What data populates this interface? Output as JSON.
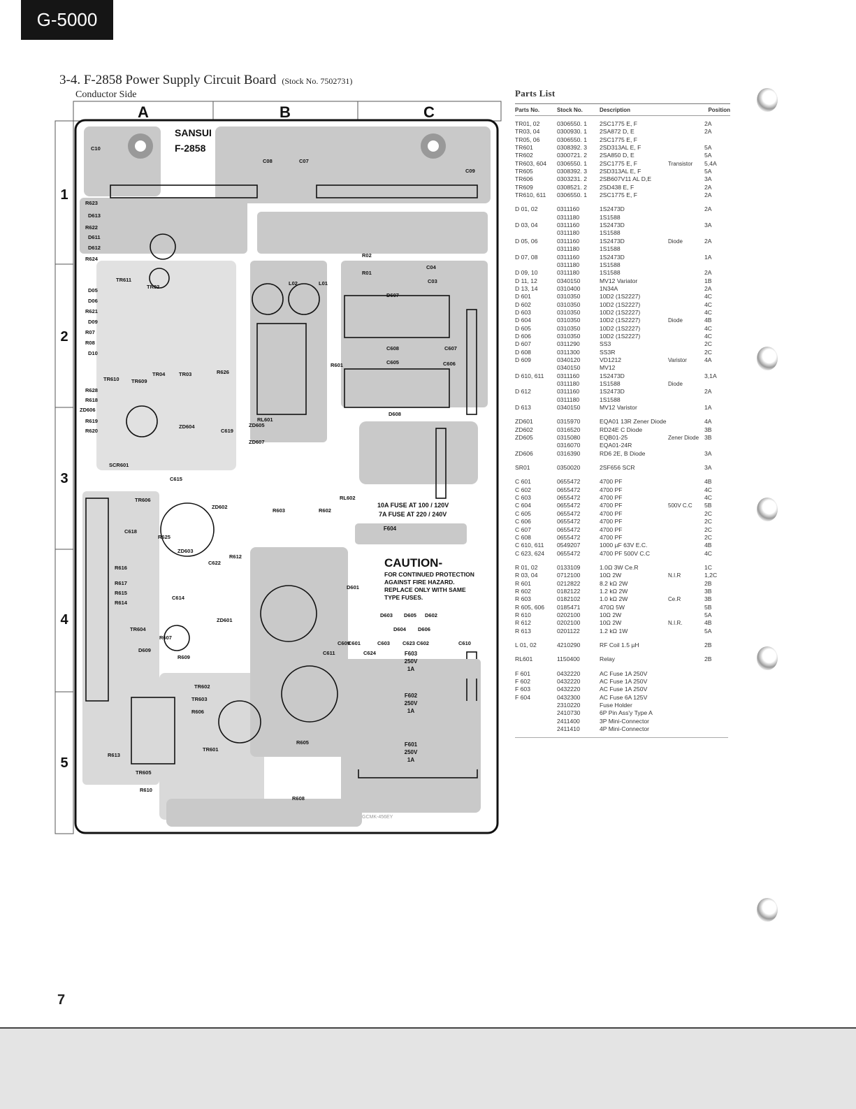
{
  "header": {
    "model": "G-5000"
  },
  "section": {
    "title": "3-4.  F-2858 Power Supply Circuit Board",
    "stock": "(Stock No. 7502731)",
    "subtitle": "Conductor Side"
  },
  "board": {
    "columns": [
      "A",
      "B",
      "C"
    ],
    "rows": [
      "1",
      "2",
      "3",
      "4",
      "5"
    ],
    "brand": "SANSUI",
    "model": "F-2858",
    "fuse_note_1": "10A FUSE AT 100 / 120V",
    "fuse_note_2": "7A FUSE AT 220 / 240V",
    "caution_title": "CAUTION-",
    "caution_lines": [
      "FOR CONTINUED PROTECTION",
      "AGAINST FIRE HAZARD.",
      "REPLACE ONLY WITH SAME",
      "TYPE FUSES."
    ],
    "fuse_labels": [
      "F603",
      "250V",
      "1A",
      "F602",
      "250V",
      "1A",
      "F601",
      "250V",
      "1A",
      "F604"
    ],
    "component_labels": [
      "C10",
      "C08",
      "C07",
      "C09",
      "R623",
      "D613",
      "R622",
      "D611",
      "D612",
      "R624",
      "TR611",
      "TR02",
      "D05",
      "D06",
      "R621",
      "D09",
      "R07",
      "R08",
      "D10",
      "TR610",
      "TR609",
      "TR04",
      "TR03",
      "R626",
      "R628",
      "R618",
      "ZD606",
      "R619",
      "R620",
      "ZD604",
      "C619",
      "ZD605",
      "ZD607",
      "SCR601",
      "C615",
      "TR606",
      "ZD602",
      "C618",
      "R625",
      "ZD603",
      "C622",
      "R616",
      "R617",
      "R615",
      "R614",
      "C614",
      "ZD601",
      "TR604",
      "R607",
      "D609",
      "R609",
      "TR602",
      "TR603",
      "R606",
      "TR605",
      "R613",
      "R610",
      "TR601",
      "R605",
      "R608",
      "RL601",
      "R603",
      "R602",
      "R612",
      "RL602",
      "L02",
      "L01",
      "R01",
      "R02",
      "C04",
      "C03",
      "D607",
      "D608",
      "C608",
      "C607",
      "C605",
      "C606",
      "R601",
      "C601",
      "C624",
      "C603",
      "C623",
      "C602",
      "C610",
      "C611",
      "C609",
      "D601",
      "D603",
      "D605",
      "D602",
      "D604",
      "D606"
    ],
    "footer_code": "GCMK-456EY"
  },
  "parts_list": {
    "title": "Parts List",
    "headers": [
      "Parts No.",
      "Stock No.",
      "Description",
      "",
      "Position"
    ],
    "groups": [
      {
        "rows": [
          [
            "TR01, 02",
            "0306550. 1",
            "2SC1775 E, F",
            "",
            "2A"
          ],
          [
            "TR03, 04",
            "0300930. 1",
            "2SA872 D, E",
            "",
            "2A"
          ],
          [
            "TR05, 06",
            "0306550. 1",
            "2SC1775 E, F",
            "",
            ""
          ],
          [
            "TR601",
            "0308392. 3",
            "2SD313AL E, F",
            "",
            "5A"
          ],
          [
            "TR602",
            "0300721. 2",
            "2SA850 D, E",
            "",
            "5A"
          ],
          [
            "TR603, 604",
            "0306550. 1",
            "2SC1775 E, F",
            "Transistor",
            "5,4A"
          ],
          [
            "TR605",
            "0308392. 3",
            "2SD313AL E, F",
            "",
            "5A"
          ],
          [
            "TR606",
            "0303231. 2",
            "2SB607V11 AL D,E",
            "",
            "3A"
          ],
          [
            "TR609",
            "0308521. 2",
            "2SD438 E, F",
            "",
            "2A"
          ],
          [
            "TR610, 611",
            "0306550. 1",
            "2SC1775 E, F",
            "",
            "2A"
          ]
        ]
      },
      {
        "rows": [
          [
            "D  01, 02",
            "0311160",
            "1S2473D",
            "",
            "2A"
          ],
          [
            "",
            "0311180",
            "1S1588",
            "",
            ""
          ],
          [
            "D  03, 04",
            "0311160",
            "1S2473D",
            "",
            "3A"
          ],
          [
            "",
            "0311180",
            "1S1588",
            "",
            ""
          ],
          [
            "D  05, 06",
            "0311160",
            "1S2473D",
            "Diode",
            "2A"
          ],
          [
            "",
            "0311180",
            "1S1588",
            "",
            ""
          ],
          [
            "D  07, 08",
            "0311160",
            "1S2473D",
            "",
            "1A"
          ],
          [
            "",
            "0311180",
            "1S1588",
            "",
            ""
          ],
          [
            "D  09, 10",
            "0311180",
            "1S1588",
            "",
            "2A"
          ],
          [
            "D  11, 12",
            "0340150",
            "MV12 Variator",
            "",
            "1B"
          ],
          [
            "D  13, 14",
            "0310400",
            "1N34A",
            "",
            "2A"
          ],
          [
            "D  601",
            "0310350",
            "10D2 (1S2227)",
            "",
            "4C"
          ],
          [
            "D  602",
            "0310350",
            "10D2 (1S2227)",
            "",
            "4C"
          ],
          [
            "D  603",
            "0310350",
            "10D2 (1S2227)",
            "",
            "4C"
          ],
          [
            "D  604",
            "0310350",
            "10D2 (1S2227)",
            "Diode",
            "4B"
          ],
          [
            "D  605",
            "0310350",
            "10D2 (1S2227)",
            "",
            "4C"
          ],
          [
            "D  606",
            "0310350",
            "10D2 (1S2227)",
            "",
            "4C"
          ],
          [
            "D  607",
            "0311290",
            "SS3",
            "",
            "2C"
          ],
          [
            "D  608",
            "0311300",
            "SS3R",
            "",
            "2C"
          ],
          [
            "D  609",
            "0340120",
            "VD1212",
            "Varistor",
            "4A"
          ],
          [
            "",
            "0340150",
            "MV12",
            "",
            ""
          ],
          [
            "D  610, 611",
            "0311160",
            "1S2473D",
            "",
            "3,1A"
          ],
          [
            "",
            "0311180",
            "1S1588",
            "Diode",
            ""
          ],
          [
            "D  612",
            "0311160",
            "1S2473D",
            "",
            "2A"
          ],
          [
            "",
            "0311180",
            "1S1588",
            "",
            ""
          ],
          [
            "D  613",
            "0340150",
            "MV12 Varistor",
            "",
            "1A"
          ]
        ]
      },
      {
        "rows": [
          [
            "ZD601",
            "0315970",
            "EQA01 13R Zener Diode",
            "",
            "4A"
          ],
          [
            "ZD602",
            "0316520",
            "RD24E C  Diode",
            "",
            "3B"
          ],
          [
            "ZD605",
            "0315080",
            "EQB01-25",
            "Zener Diode",
            "3B"
          ],
          [
            "",
            "0316070",
            "EQA01-24R",
            "",
            ""
          ],
          [
            "ZD606",
            "0316390",
            "RD6 2E, B  Diode",
            "",
            "3A"
          ]
        ]
      },
      {
        "rows": [
          [
            "SR01",
            "0350020",
            "2SF656 SCR",
            "",
            "3A"
          ]
        ]
      },
      {
        "rows": [
          [
            "C  601",
            "0655472",
            "4700 PF",
            "",
            "4B"
          ],
          [
            "C  602",
            "0655472",
            "4700 PF",
            "",
            "4C"
          ],
          [
            "C  603",
            "0655472",
            "4700 PF",
            "",
            "4C"
          ],
          [
            "C  604",
            "0655472",
            "4700 PF",
            "500V C.C",
            "5B"
          ],
          [
            "C  605",
            "0655472",
            "4700 PF",
            "",
            "2C"
          ],
          [
            "C  606",
            "0655472",
            "4700 PF",
            "",
            "2C"
          ],
          [
            "C  607",
            "0655472",
            "4700 PF",
            "",
            "2C"
          ],
          [
            "C  608",
            "0655472",
            "4700 PF",
            "",
            "2C"
          ],
          [
            "C  610, 611",
            "0549207",
            "1000 µF 63V E.C.",
            "",
            "4B"
          ],
          [
            "C  623, 624",
            "0655472",
            "4700 PF 500V C.C",
            "",
            "4C"
          ]
        ]
      },
      {
        "rows": [
          [
            "R  01, 02",
            "0133109",
            "1.0Ω 3W Ce.R",
            "",
            "1C"
          ],
          [
            "R  03, 04",
            "0712100",
            "10Ω 2W",
            "N.I.R",
            "1,2C"
          ],
          [
            "R  601",
            "0212822",
            "8.2 kΩ 2W",
            "",
            "2B"
          ],
          [
            "R  602",
            "0182122",
            "1.2 kΩ 2W",
            "",
            "3B"
          ],
          [
            "R  603",
            "0182102",
            "1.0 kΩ 2W",
            "Ce.R",
            "3B"
          ],
          [
            "R  605, 606",
            "0185471",
            "470Ω 5W",
            "",
            "5B"
          ],
          [
            "R  610",
            "0202100",
            "10Ω 2W",
            "",
            "5A"
          ],
          [
            "R  612",
            "0202100",
            "10Ω 2W",
            "N.I.R.",
            "4B"
          ],
          [
            "R  613",
            "0201122",
            "1.2 kΩ 1W",
            "",
            "5A"
          ]
        ]
      },
      {
        "rows": [
          [
            "L  01, 02",
            "4210290",
            "RF Coil 1.5 µH",
            "",
            "2B"
          ]
        ]
      },
      {
        "rows": [
          [
            "RL601",
            "1150400",
            "Relay",
            "",
            "2B"
          ]
        ]
      },
      {
        "rows": [
          [
            "F  601",
            "0432220",
            "AC Fuse 1A 250V",
            "",
            ""
          ],
          [
            "F  602",
            "0432220",
            "AC Fuse 1A 250V",
            "",
            ""
          ],
          [
            "F  603",
            "0432220",
            "AC Fuse 1A 250V",
            "",
            ""
          ],
          [
            "F  604",
            "0432300",
            "AC Fuse 6A 125V",
            "",
            ""
          ],
          [
            "",
            "2310220",
            "Fuse Holder",
            "",
            ""
          ],
          [
            "",
            "2410730",
            "6P Pin Ass'y Type A",
            "",
            ""
          ],
          [
            "",
            "2411400",
            "3P Mini-Connector",
            "",
            ""
          ],
          [
            "",
            "2411410",
            "4P Mini-Connector",
            "",
            ""
          ]
        ]
      }
    ]
  },
  "footer": {
    "page_number": "7"
  }
}
